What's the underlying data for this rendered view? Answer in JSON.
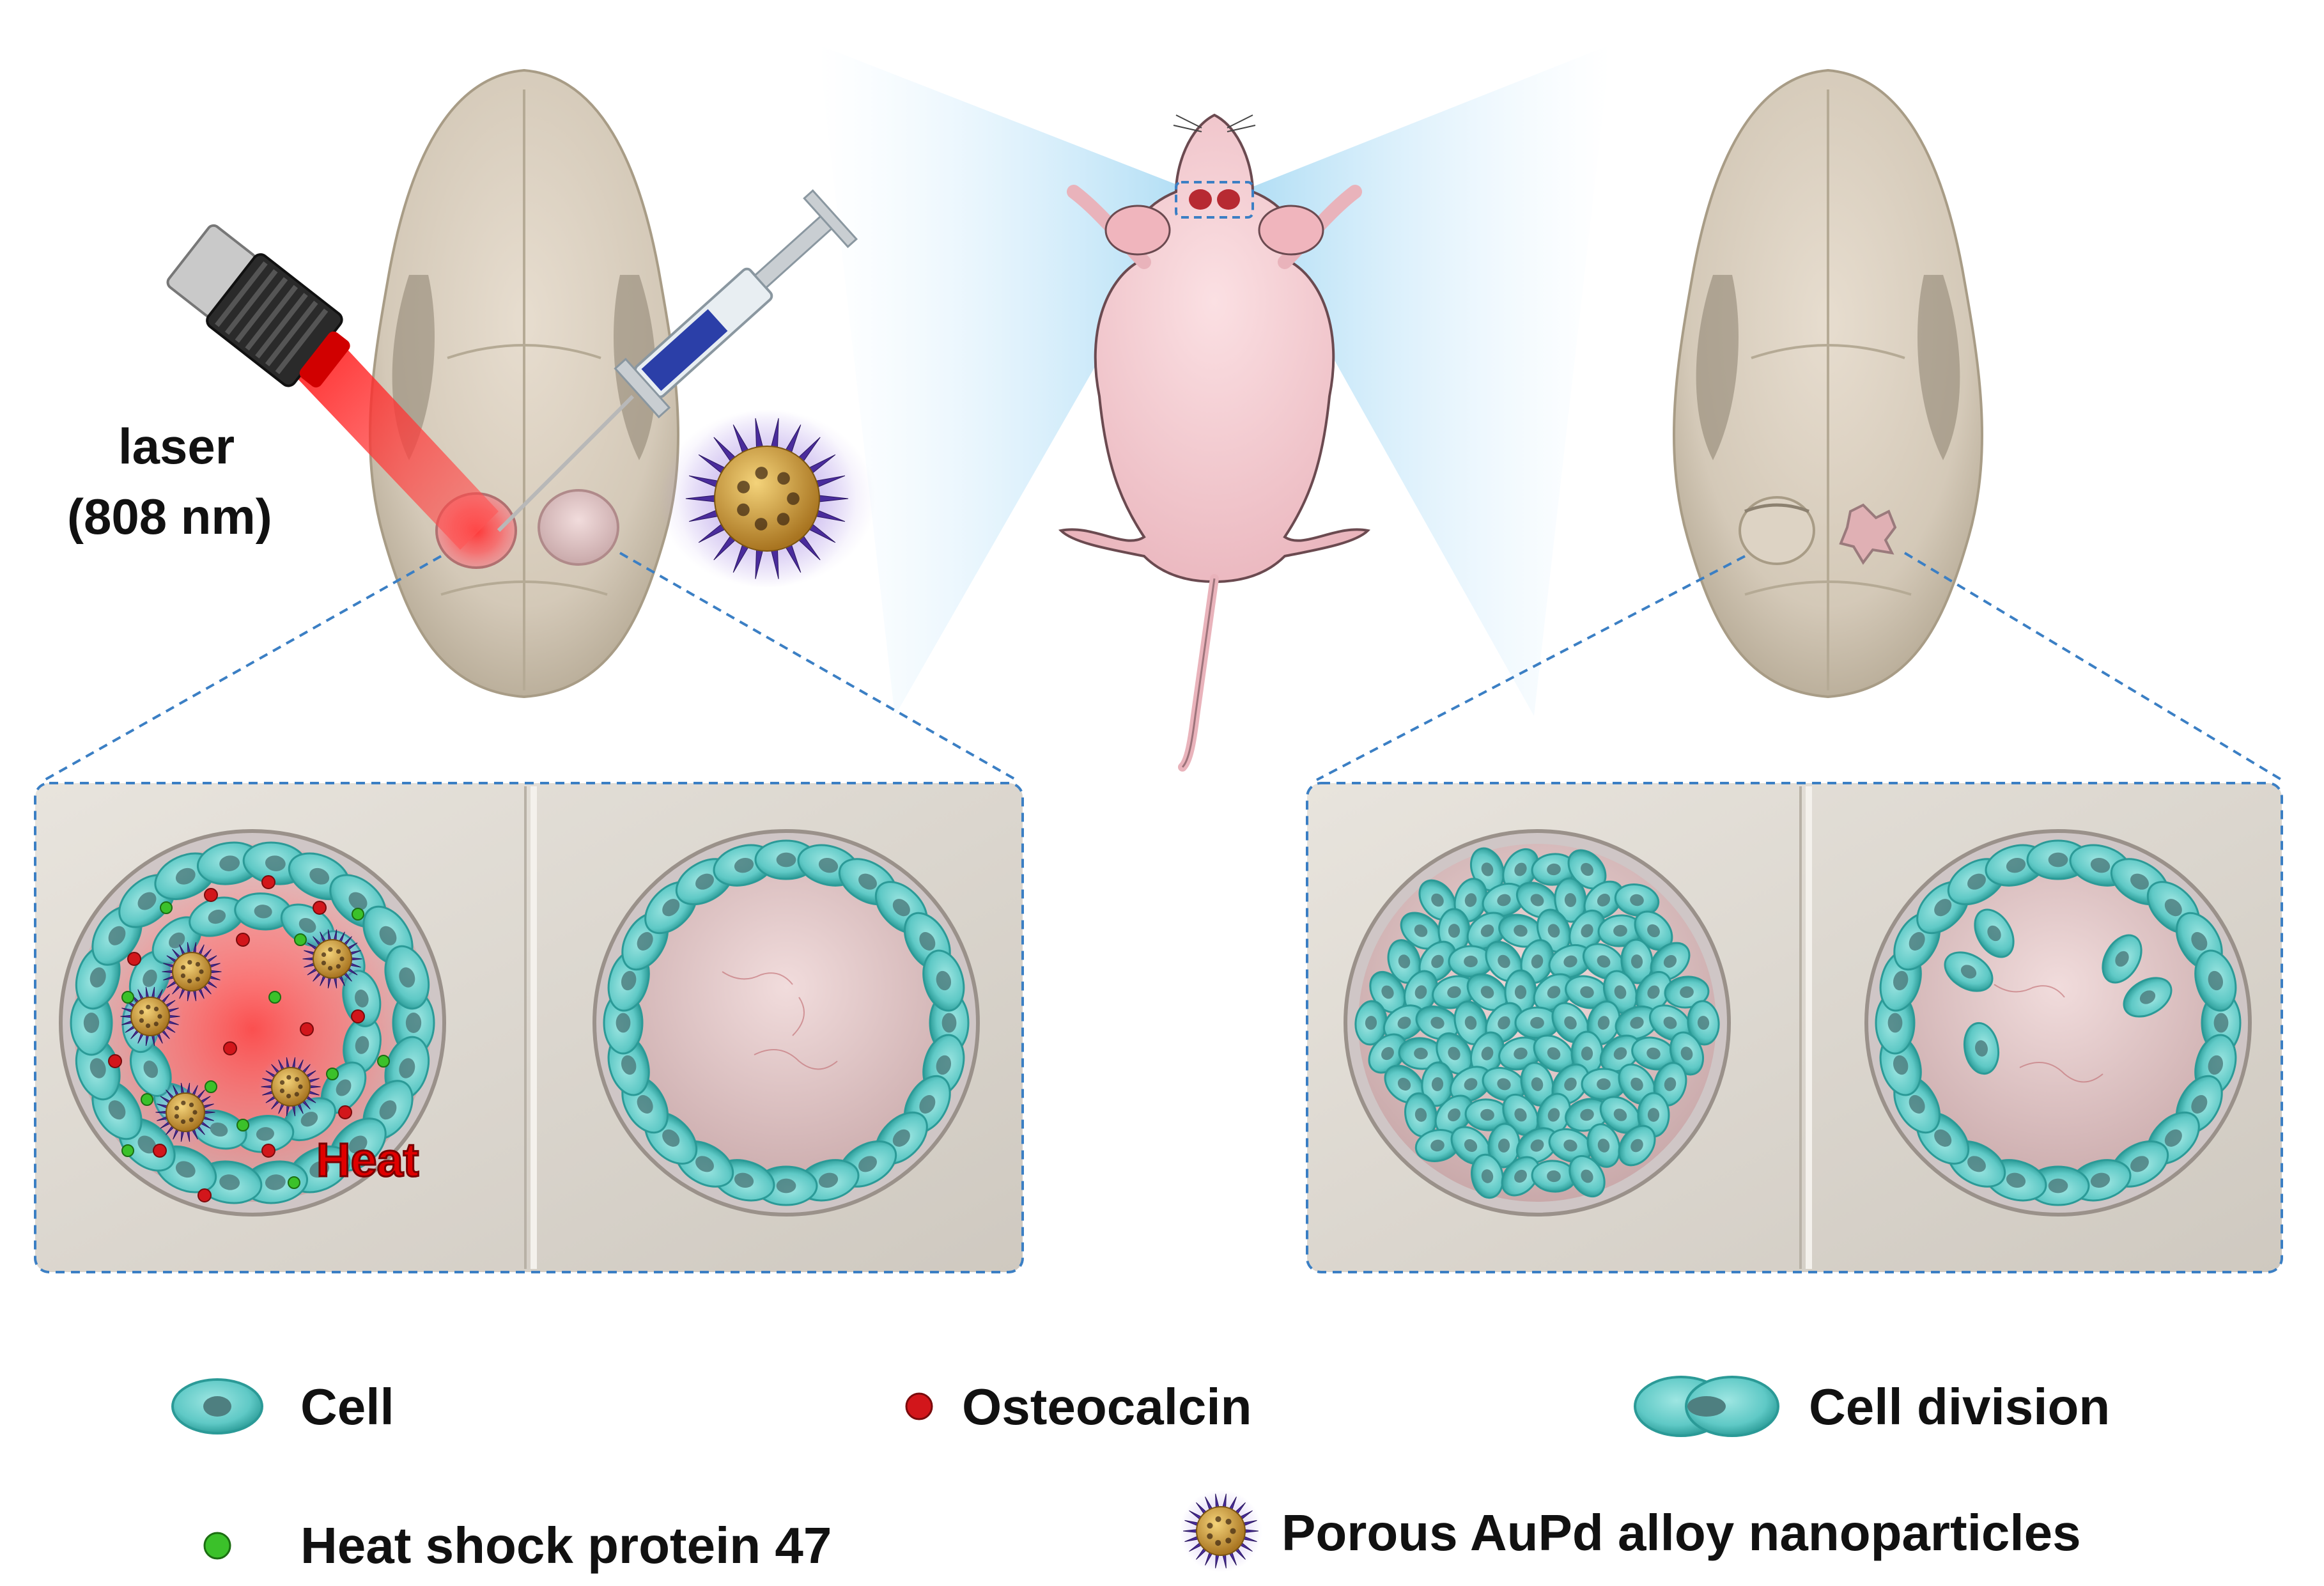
{
  "laser": {
    "line1": "laser",
    "line2": "(808 nm)"
  },
  "heat_label": "Heat",
  "legend": {
    "cell": "Cell",
    "osteocalcin": "Osteocalcin",
    "cell_division": "Cell division",
    "hsp47": "Heat shock protein 47",
    "nanoparticles": "Porous AuPd alloy nanoparticles"
  },
  "colors": {
    "skull": "#d9cfbf",
    "skull_shadow": "#b9ad99",
    "cell_fill": "#5fc9c6",
    "cell_edge": "#2b9a97",
    "cell_nucleus": "#4e7f80",
    "osteocalcin": "#d2161b",
    "hsp47": "#3bc12a",
    "nanoparticle_core": "#c89a3a",
    "nanoparticle_spike": "#4a2c9c",
    "laser_beam": "#ff2a2a",
    "mouse_skin": "#f3c9cf",
    "dashed_frame": "#3b7fc4",
    "tissue": "#e6c9c9"
  }
}
